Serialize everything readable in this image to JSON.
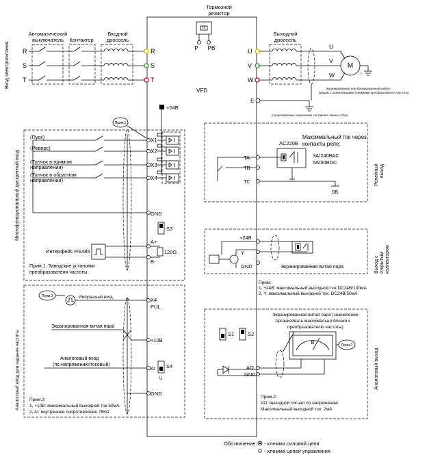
{
  "power": {
    "breaker_label": "Автоматический выключатель",
    "contactor_label": "Контактор",
    "input_choke_label": "Входной дроссель",
    "output_choke_label": "Выходной дроссель",
    "brake_resistor_label": "Тормозной резистор",
    "input_supply_label": "Вход электропитания",
    "input_phases": [
      "R",
      "S",
      "T"
    ],
    "vfd_inputs": [
      "R",
      "S",
      "T"
    ],
    "brake_terminals": [
      "P",
      "PB"
    ],
    "resistor_symbol": "R",
    "outputs": [
      "U",
      "V",
      "W"
    ],
    "motor_phases": [
      "U",
      "V",
      "W"
    ],
    "motor_symbol": "M",
    "ground_terminal": "E",
    "vfd_label": "VFD",
    "shield_note_1": "Экранированный или бронированный кабель",
    "shield_note_2": "(рядом с заземляющими клеммами преобразователя частоты)",
    "ground_note": "(сопротивление заземления составляет менее 4 Ом)"
  },
  "di": {
    "supply_label": "+24В",
    "section_label": "Многофункциональный дискретный вход",
    "note_callout": "Прим.1",
    "inputs": [
      "(Пуск)",
      "(Реверс)",
      "(Толчок в прямом направлении)",
      "(Толчок в обратном направлении)"
    ],
    "input_lines": [
      [
        "(Пуск)"
      ],
      [
        "(Реверс)"
      ],
      [
        "(Толчок в прямом",
        "направлении)"
      ],
      [
        "(Толчок в обратном",
        "направлении)"
      ]
    ],
    "terminals": [
      "X1",
      "X2",
      "X3",
      "X4"
    ],
    "gnd": "GND",
    "switch_label": "S3",
    "rs485_label": "Интерфейс RS485",
    "rs485_terminals": [
      "A+",
      "B-"
    ],
    "resistor_value": "120Ω",
    "note_1": "Прим.1: Заводские установки преобразователя частоты.",
    "note_1_lines": [
      "Прим.1: Заводские установки",
      "преобразователя частоты."
    ]
  },
  "relay": {
    "title": "Максимальный ток через контакты реле:",
    "title_lines": [
      "Максимальный ток через",
      "контакты реле:"
    ],
    "coil_supply": "AC220В",
    "ratings": [
      "3А/240ВАС",
      "5А/30ВDC"
    ],
    "terminals": [
      "TA",
      "TB",
      "TC"
    ],
    "gnd_ref": "0В",
    "section_label": "Релейный выход"
  },
  "oc": {
    "supply": "+24В",
    "terminals": [
      "Y",
      "GND"
    ],
    "shield_label": "Экранированная витая пара",
    "notes": [
      "Прим.:",
      "1, +24В: максимальный выходной ток DC24В/100мА",
      "2, Y: максимальный выходной ток: DC24В/50мА"
    ],
    "section_label": "Выход с открытым коллектором"
  },
  "ai": {
    "note_callout": "Прим.3",
    "pulse_input": "Импульсный вход",
    "pulse_terminals": [
      "X4",
      "PUL"
    ],
    "shield_label": "Экранированная витая пара",
    "ref_terminal": "+10В",
    "analog_input_lines": [
      "Аналоговый вход",
      "(по напряжению/токовый)"
    ],
    "ai_terminal": "AI",
    "switch_label": "S4",
    "switch_mark": "U",
    "gnd": "GND",
    "notes": [
      "Прим.3:",
      "1, +10В: максимальный выходной ток 50мА",
      "2, AI: внутреннее сопротивление 75КΩ"
    ],
    "section_label": "Аналоговый вход для задания частоты"
  },
  "ao": {
    "shield_lines": [
      "Экранированная витая пара (заземление",
      "организовать максимально близко к",
      "преобразователю частоты)"
    ],
    "switches": [
      "S1",
      "S2"
    ],
    "meter_symbol": "В",
    "note_callout": "Прим.2",
    "terminals": [
      "AO",
      "GND"
    ],
    "notes": [
      "Прим.2:",
      "AO: выходной сигнал по напряжению",
      "Максимальный выходной ток: 2мА"
    ],
    "section_label": "Аналоговый выход"
  },
  "legend": {
    "title": "Обозначение:",
    "items": [
      "- клемма силовой цепи",
      "- клемма цепей управления"
    ]
  }
}
